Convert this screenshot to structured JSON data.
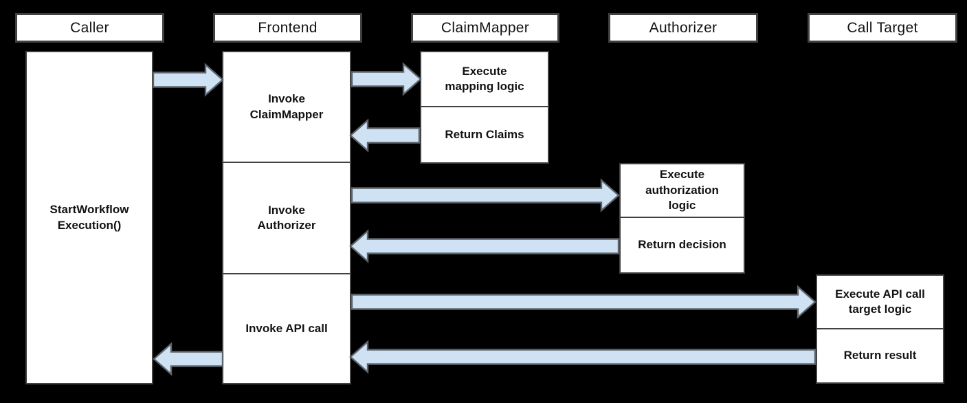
{
  "diagram": {
    "title": "StartWorkflowExecution sequence diagram",
    "colors": {
      "background": "#000000",
      "box_fill": "#ffffff",
      "box_border": "#414141",
      "arrow_fill": "#cfe2f3",
      "arrow_stroke": "#5d646c",
      "text": "#121212"
    },
    "lanes": [
      {
        "id": "caller",
        "label": "Caller"
      },
      {
        "id": "frontend",
        "label": "Frontend"
      },
      {
        "id": "claimmapper",
        "label": "ClaimMapper"
      },
      {
        "id": "authorizer",
        "label": "Authorizer"
      },
      {
        "id": "calltarget",
        "label": "Call Target"
      }
    ],
    "boxes": [
      {
        "lane": "caller",
        "label": "StartWorkflow\nExecution()"
      },
      {
        "lane": "frontend",
        "label": "Invoke\nClaimMapper"
      },
      {
        "lane": "frontend",
        "label": "Invoke\nAuthorizer"
      },
      {
        "lane": "frontend",
        "label": "Invoke API call"
      },
      {
        "lane": "claimmapper",
        "label": "Execute\nmapping logic"
      },
      {
        "lane": "claimmapper",
        "label": "Return Claims"
      },
      {
        "lane": "authorizer",
        "label": "Execute\nauthorization\nlogic"
      },
      {
        "lane": "authorizer",
        "label": "Return decision"
      },
      {
        "lane": "calltarget",
        "label": "Execute API call\ntarget logic"
      },
      {
        "lane": "calltarget",
        "label": "Return result"
      }
    ],
    "flows": [
      {
        "from": "Caller",
        "to": "Frontend",
        "direction": "right"
      },
      {
        "from": "Frontend",
        "to": "ClaimMapper",
        "direction": "right"
      },
      {
        "from": "ClaimMapper",
        "to": "Frontend",
        "direction": "left"
      },
      {
        "from": "Frontend",
        "to": "Authorizer",
        "direction": "right"
      },
      {
        "from": "Authorizer",
        "to": "Frontend",
        "direction": "left"
      },
      {
        "from": "Frontend",
        "to": "Call Target",
        "direction": "right"
      },
      {
        "from": "Call Target",
        "to": "Frontend",
        "direction": "left"
      },
      {
        "from": "Frontend",
        "to": "Caller",
        "direction": "left"
      }
    ]
  }
}
